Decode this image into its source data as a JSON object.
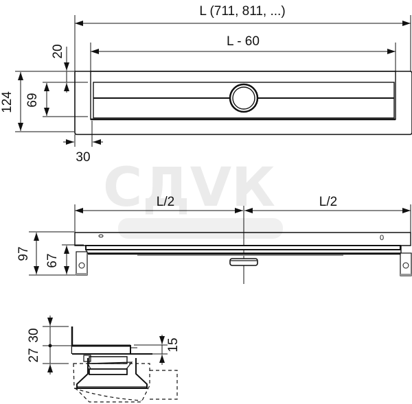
{
  "watermark": {
    "text": "СДVК",
    "subtext": "████████████"
  },
  "top_view": {
    "overall_length_label": "L (711, 811, ...)",
    "inner_length_label": "L - 60",
    "offset_top_label": "20",
    "overall_width_label": "124",
    "inner_width_label": "69",
    "end_offset_label": "30"
  },
  "side_view": {
    "left_half_label": "L/2",
    "right_half_label": "L/2",
    "overall_height_label": "97",
    "foot_height_label": "67",
    "left_mark": "o",
    "right_mark": "0"
  },
  "section_view": {
    "upper_height_label": "30",
    "lower_height_label": "27",
    "flange_height_label": "15"
  },
  "colors": {
    "line": "#111111",
    "watermark": "#e9e9e9"
  }
}
